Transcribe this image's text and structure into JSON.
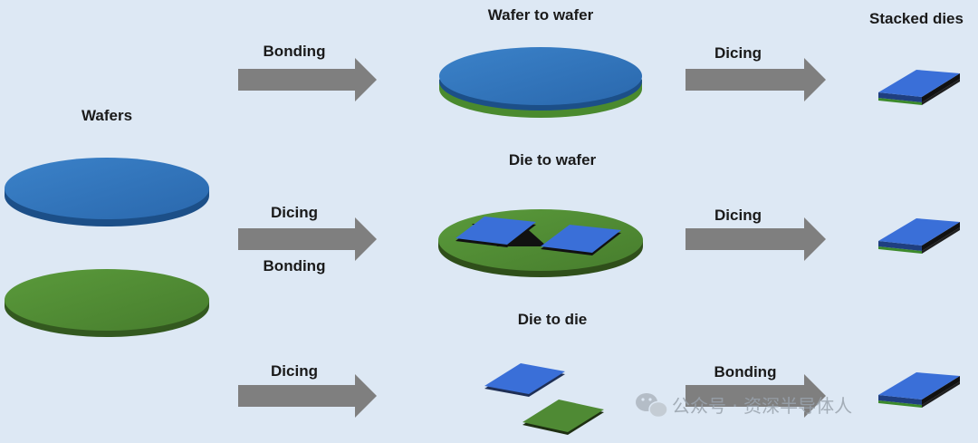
{
  "colors": {
    "background": "#dde8f4",
    "arrow": "#7f7f7f",
    "wafer_blue_top": "#2f73bb",
    "wafer_blue_side": "#1c4f88",
    "wafer_green_top": "#4f8a34",
    "wafer_green_side": "#33591f",
    "die_blue": "#3a6fd8",
    "watermark": "#9aa3ad"
  },
  "labels": {
    "wafers": "Wafers",
    "wafer_to_wafer": "Wafer to wafer",
    "die_to_wafer": "Die to wafer",
    "die_to_die": "Die to die",
    "stacked_dies": "Stacked dies"
  },
  "arrows": {
    "row1_left": "Bonding",
    "row1_right": "Dicing",
    "row2_left_top": "Dicing",
    "row2_left_bottom": "Bonding",
    "row2_right": "Dicing",
    "row3_left": "Dicing",
    "row3_right": "Bonding"
  },
  "watermark": {
    "text": "公众号 · 资深半导体人",
    "icon": "wechat-icon"
  }
}
